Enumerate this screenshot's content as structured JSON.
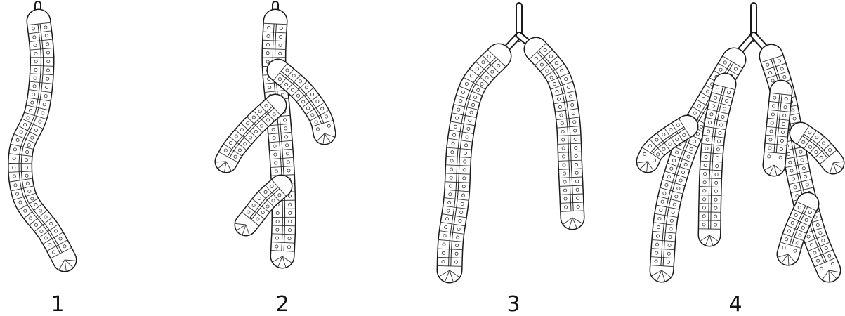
{
  "stages": [
    {
      "id": "stage-1",
      "label": "1"
    },
    {
      "id": "stage-2",
      "label": "2"
    },
    {
      "id": "stage-3",
      "label": "3"
    },
    {
      "id": "stage-4",
      "label": "4"
    }
  ]
}
